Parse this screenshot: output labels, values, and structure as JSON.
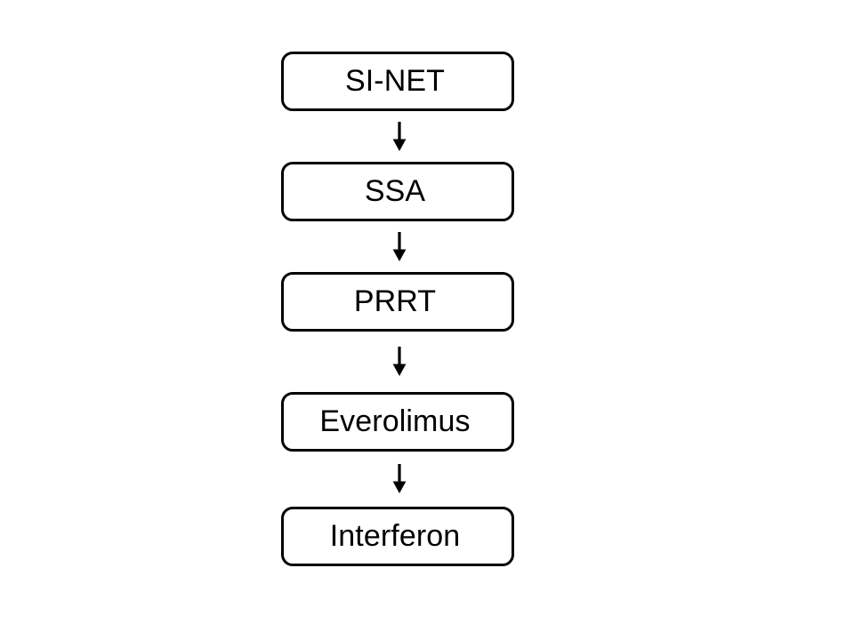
{
  "diagram": {
    "type": "flowchart",
    "orientation": "vertical",
    "title": "",
    "background_color": "#FFFFFF",
    "node_border_color": "#000000",
    "node_fill_color": "#FFFFFF",
    "text_color": "#000000",
    "arrow_color": "#000000",
    "nodes": [
      {
        "id": "node-1",
        "label": "SI-NET",
        "shape": "rounded-rectangle",
        "order": 1
      },
      {
        "id": "node-2",
        "label": "SSA",
        "shape": "rounded-rectangle",
        "order": 2
      },
      {
        "id": "node-3",
        "label": "PRRT",
        "shape": "rounded-rectangle",
        "order": 3
      },
      {
        "id": "node-4",
        "label": "Everolimus",
        "shape": "rounded-rectangle",
        "order": 4
      },
      {
        "id": "node-5",
        "label": "Interferon",
        "shape": "rounded-rectangle",
        "order": 5
      }
    ],
    "edges": [
      {
        "id": "edge-1",
        "from": "node-1",
        "to": "node-2",
        "style": "solid",
        "arrowhead": "filled-triangle",
        "direction": "down",
        "label": ""
      },
      {
        "id": "edge-2",
        "from": "node-2",
        "to": "node-3",
        "style": "solid",
        "arrowhead": "filled-triangle",
        "direction": "down",
        "label": ""
      },
      {
        "id": "edge-3",
        "from": "node-3",
        "to": "node-4",
        "style": "solid",
        "arrowhead": "filled-triangle",
        "direction": "down",
        "label": ""
      },
      {
        "id": "edge-4",
        "from": "node-4",
        "to": "node-5",
        "style": "solid",
        "arrowhead": "filled-triangle",
        "direction": "down",
        "label": ""
      }
    ]
  }
}
